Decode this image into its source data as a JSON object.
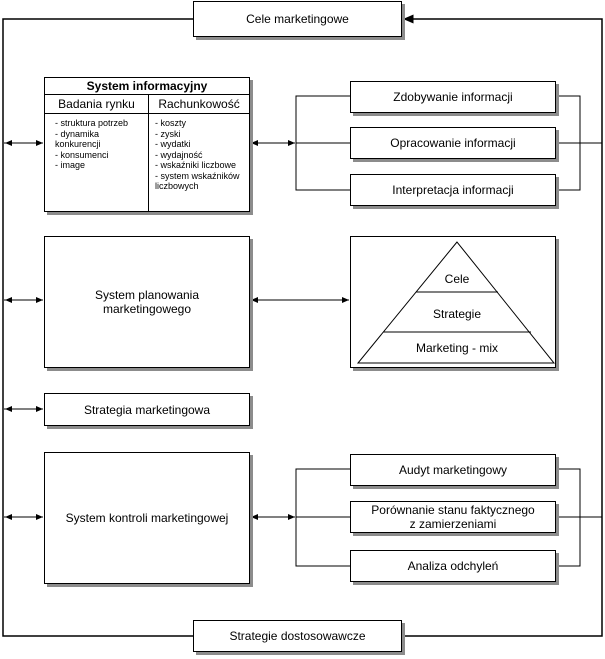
{
  "top": "Cele marketingowe",
  "bottom": "Strategie dostosowawcze",
  "info": {
    "title": "System informacyjny",
    "col1": "Badania rynku",
    "col2": "Rachunkowość",
    "items1": [
      "- struktura potrzeb",
      "- dynamika",
      " konkurencji",
      "- konsumenci",
      "- image"
    ],
    "items2": [
      "- koszty",
      "- zyski",
      "- wydatki",
      "- wydajność",
      "- wskaźniki liczbowe",
      "- system wskaźników",
      " liczbowych"
    ]
  },
  "info_steps": [
    "Zdobywanie informacji",
    "Opracowanie informacji",
    "Interpretacja informacji"
  ],
  "planning": "System planowania marketingowego",
  "pyramid": [
    "Cele",
    "Strategie",
    "Marketing - mix"
  ],
  "strategy": "Strategia marketingowa",
  "control": "System kontroli marketingowej",
  "control_steps": [
    "Audyt marketingowy",
    "Porównanie stanu faktycznego z zamierzeniami",
    "Analiza odchyleń"
  ]
}
